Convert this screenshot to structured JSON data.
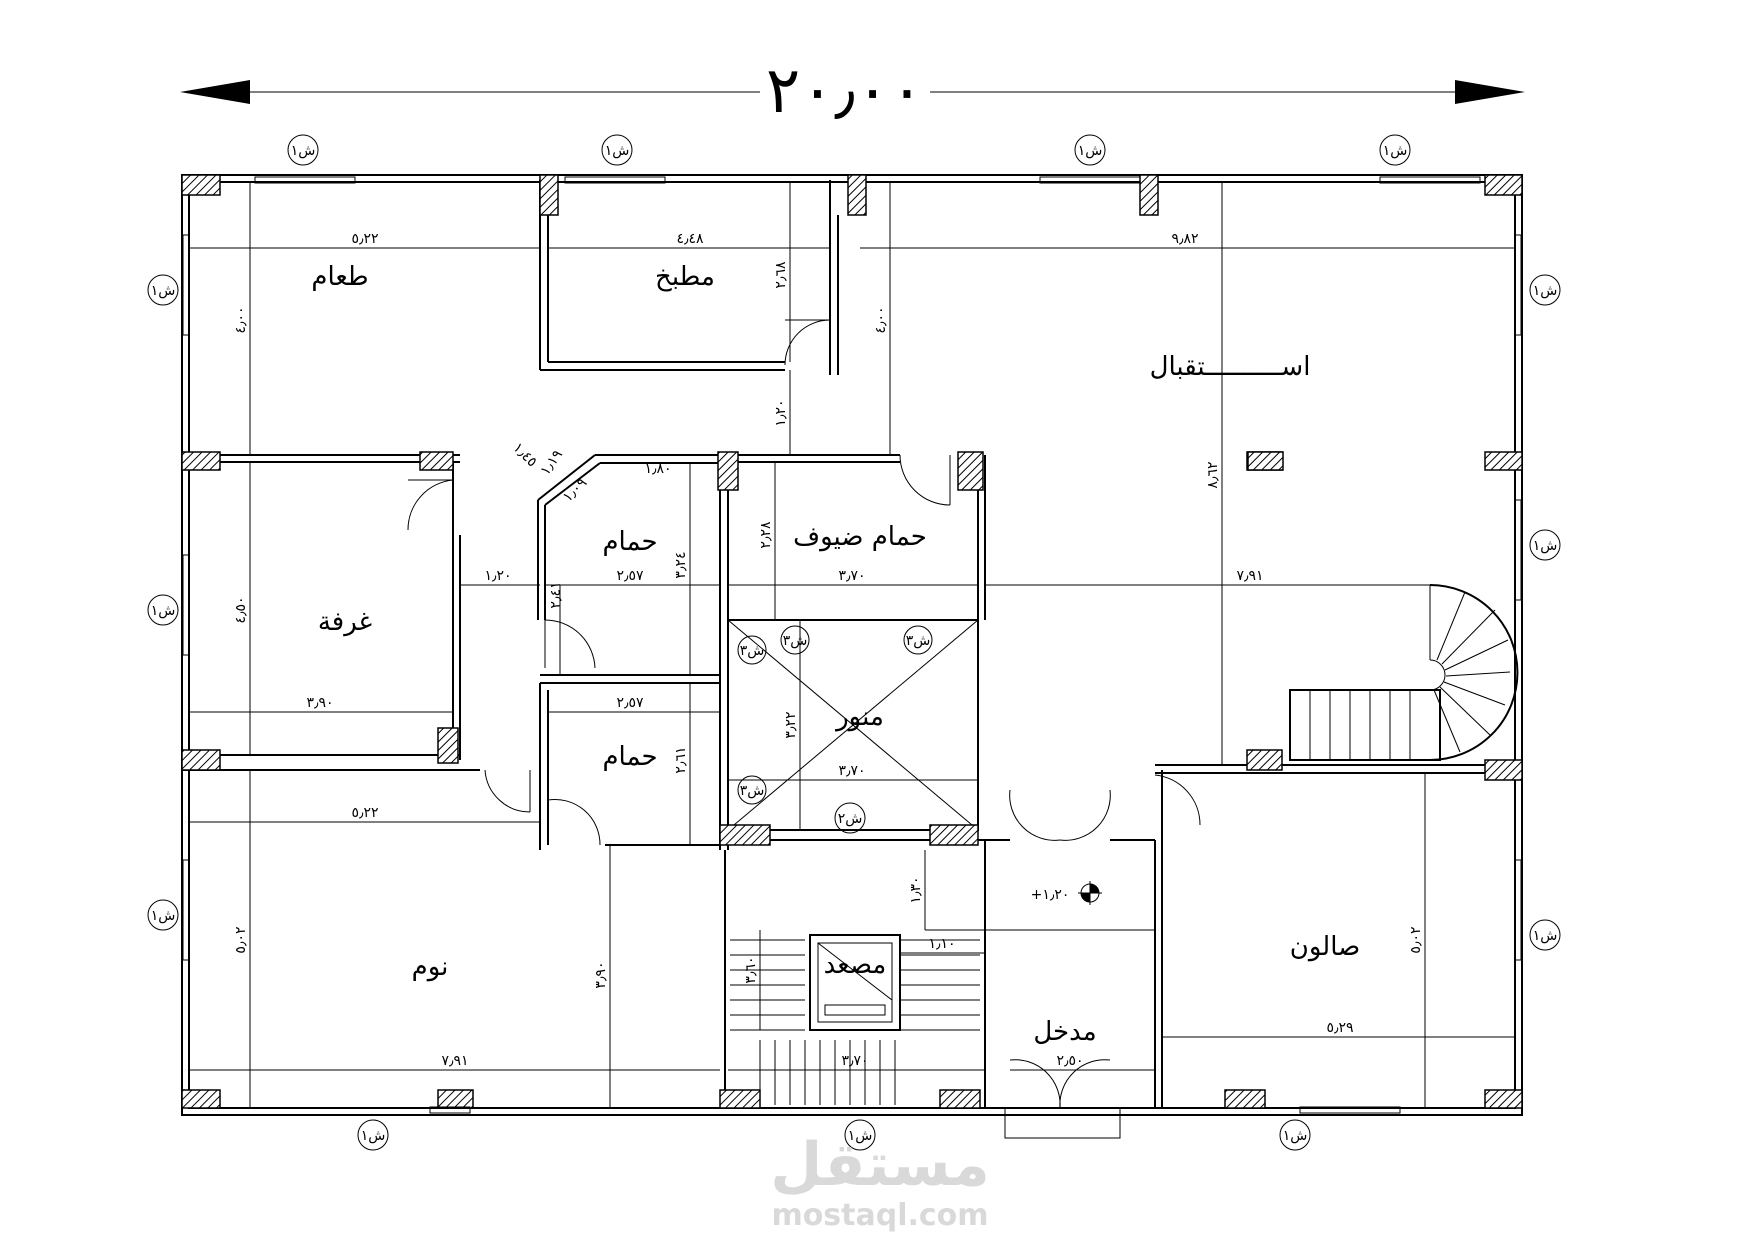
{
  "overall_dimension": "٢٠٫٠٠",
  "rooms": {
    "dining": "طعام",
    "kitchen": "مطبخ",
    "reception": "اســــــــــتقبال",
    "room": "غرفة",
    "bath1": "حمام",
    "guest_bath": "حمام ضيوف",
    "bath2": "حمام",
    "lightwell": "منور",
    "bedroom": "نوم",
    "elevator": "مصعد",
    "entrance": "مدخل",
    "salon": "صالون"
  },
  "window_tag": "ش١",
  "window_tag_b": "ش٢",
  "window_tag_c": "ش٣",
  "level_mark": "+١٫٢٠",
  "dimensions": {
    "d_522_top": "٥٫٢٢",
    "d_448": "٤٫٤٨",
    "d_982": "٩٫٨٢",
    "d_400_left": "٤٫٠٠",
    "d_268": "٢٫٦٨",
    "d_400_mid": "٤٫٠٠",
    "d_120_v": "١٫٢٠",
    "d_145": "١٫٤٥",
    "d_119": "١٫١٩",
    "d_109": "١٫٠٩",
    "d_180": "١٫٨٠",
    "d_862": "٨٫٦٢",
    "d_228": "٢٫٢٨",
    "d_450": "٤٫٥٠",
    "d_120_h": "١٫٢٠",
    "d_257_a": "٢٫٥٧",
    "d_324": "٣٫٢٤",
    "d_370_a": "٣٫٧٠",
    "d_791_a": "٧٫٩١",
    "d_241": "٢٫٤١",
    "d_390": "٣٫٩٠",
    "d_257_b": "٢٫٥٧",
    "d_322": "٣٫٢٢",
    "d_261": "٢٫٦١",
    "d_370_b": "٣٫٧٠",
    "d_522_bot": "٥٫٢٢",
    "d_502_left": "٥٫٠٢",
    "d_130": "١٫٣٠",
    "d_110": "١٫١٠",
    "d_390_b": "٣٫٩٠",
    "d_360": "٣٫٦٠",
    "d_502_right": "٥٫٠٢",
    "d_529": "٥٫٢٩",
    "d_791_b": "٧٫٩١",
    "d_370_c": "٣٫٧٠",
    "d_250": "٢٫٥٠"
  },
  "watermark": {
    "arabic": "مستقل",
    "latin": "mostaql.com"
  }
}
